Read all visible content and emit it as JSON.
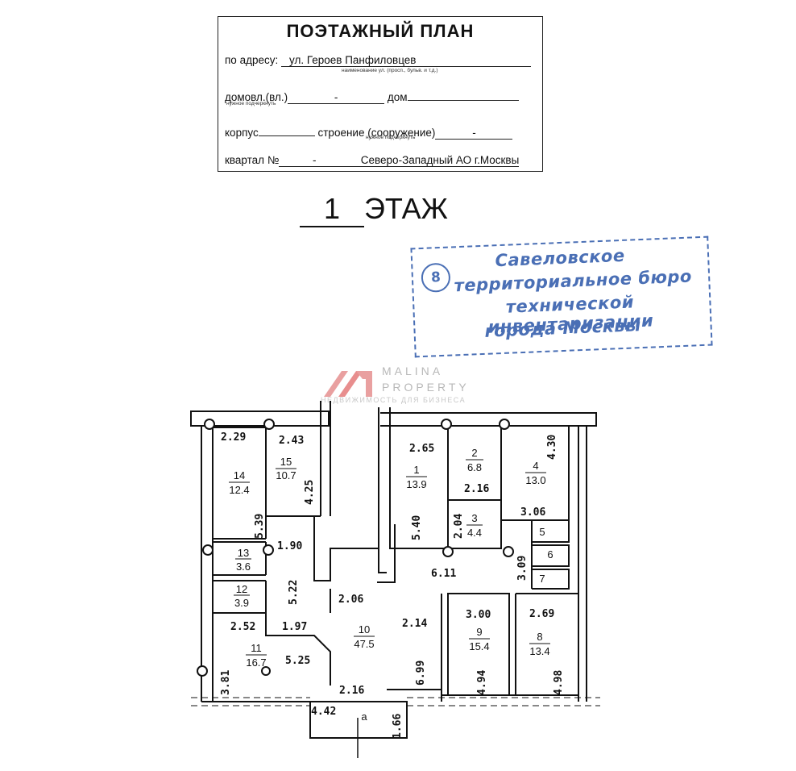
{
  "header": {
    "title": "ПОЭТАЖНЫЙ ПЛАН",
    "address_label": "по адресу:",
    "address_value": "ул.  Героев Панфиловцев",
    "address_hint": "наименование ул. (просп., бульв. и т.д.)",
    "domovl_label": "домовл.(вл.)",
    "domovl_value": "-",
    "dom_label": "дом",
    "domovl_hint": "нужное подчеркнуть",
    "korpus_label": "корпус",
    "stroenie_label": "строение (сооружение)",
    "stroenie_value": "-",
    "stroenie_hint": "нужное подчеркнуть",
    "kvartal_label": "квартал №",
    "kvartal_value": "-",
    "district": "Северо-Западный АО г.Москвы"
  },
  "floor": {
    "number": "1",
    "label": "ЭТАЖ"
  },
  "stamp": {
    "number": "8",
    "lines": [
      "Савеловское",
      "территориальное бюро",
      "технической инвентаризации",
      "города Москвы"
    ],
    "color": "#4a6fb5"
  },
  "watermark": {
    "name_line1": "MALINA",
    "name_line2": "PROPERTY",
    "tagline": "НЕДВИЖИМОСТЬ ДЛЯ БИЗНЕСА",
    "color": "#e35a5a"
  },
  "rooms": [
    {
      "num": "14",
      "area": "12.4"
    },
    {
      "num": "15",
      "area": "10.7"
    },
    {
      "num": "13",
      "area": "3.6"
    },
    {
      "num": "12",
      "area": "3.9"
    },
    {
      "num": "11",
      "area": "16.7"
    },
    {
      "num": "10",
      "area": "47.5"
    },
    {
      "num": "1",
      "area": "13.9"
    },
    {
      "num": "2",
      "area": "6.8"
    },
    {
      "num": "3",
      "area": "4.4"
    },
    {
      "num": "4",
      "area": "13.0"
    },
    {
      "num": "9",
      "area": "15.4"
    },
    {
      "num": "8",
      "area": "13.4"
    },
    {
      "num": "5"
    },
    {
      "num": "6"
    },
    {
      "num": "7"
    },
    {
      "num": "а"
    }
  ],
  "dimensions": [
    "2.29",
    "2.43",
    "4.25",
    "5.39",
    "1.90",
    "5.22",
    "2.52",
    "1.97",
    "3.81",
    "5.25",
    "2.06",
    "2.14",
    "6.99",
    "2.16",
    "4.42",
    "1.66",
    "2.65",
    "2.16",
    "5.40",
    "2.04",
    "3.06",
    "4.30",
    "3.09",
    "6.11",
    "3.00",
    "4.94",
    "2.69",
    "4.98"
  ]
}
